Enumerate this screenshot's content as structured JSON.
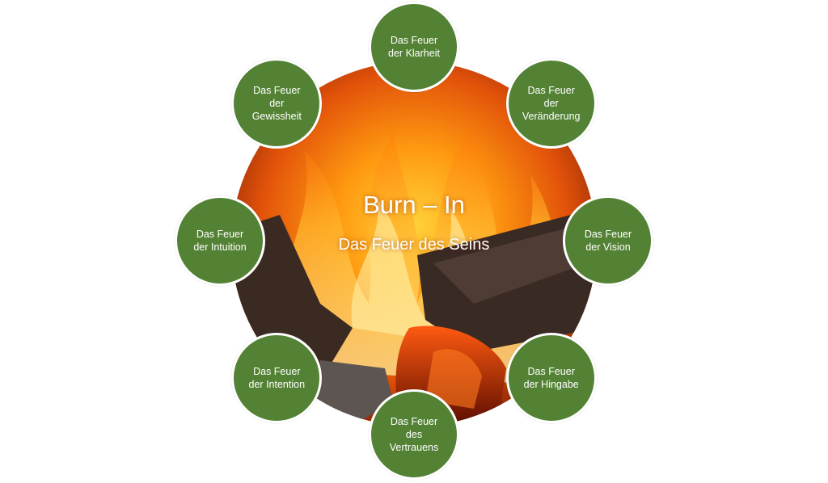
{
  "diagram": {
    "center": {
      "title": "Burn – In",
      "subtitle": "Das Feuer des Seins"
    },
    "node_color": "#548235",
    "nodes": [
      {
        "label": "Das Feuer\nder Klarheit"
      },
      {
        "label": "Das Feuer\nder\nVeränderung"
      },
      {
        "label": "Das Feuer\nder Vision"
      },
      {
        "label": "Das Feuer\nder Hingabe"
      },
      {
        "label": "Das Feuer\ndes\nVertrauens"
      },
      {
        "label": "Das Feuer\nder Intention"
      },
      {
        "label": "Das Feuer\nder Intuition"
      },
      {
        "label": "Das Feuer\nder\nGewissheit"
      }
    ]
  }
}
